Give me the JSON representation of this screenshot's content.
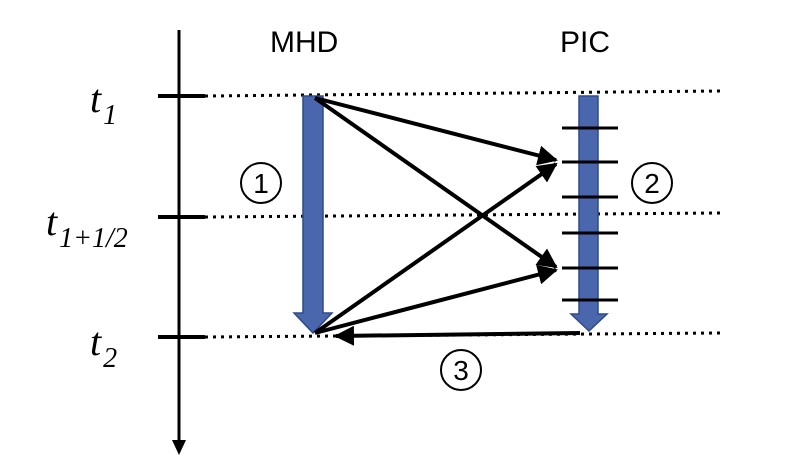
{
  "columns": {
    "mhd": "MHD",
    "pic": "PIC"
  },
  "times": [
    {
      "base": "t",
      "sub": "1"
    },
    {
      "base": "t",
      "sub": "1+1/2"
    },
    {
      "base": "t",
      "sub": "2"
    }
  ],
  "steps": [
    "1",
    "2",
    "3"
  ],
  "colors": {
    "arrow_fill": "#4A66AC",
    "arrow_stroke": "#2F4A8A",
    "line": "#000000"
  }
}
